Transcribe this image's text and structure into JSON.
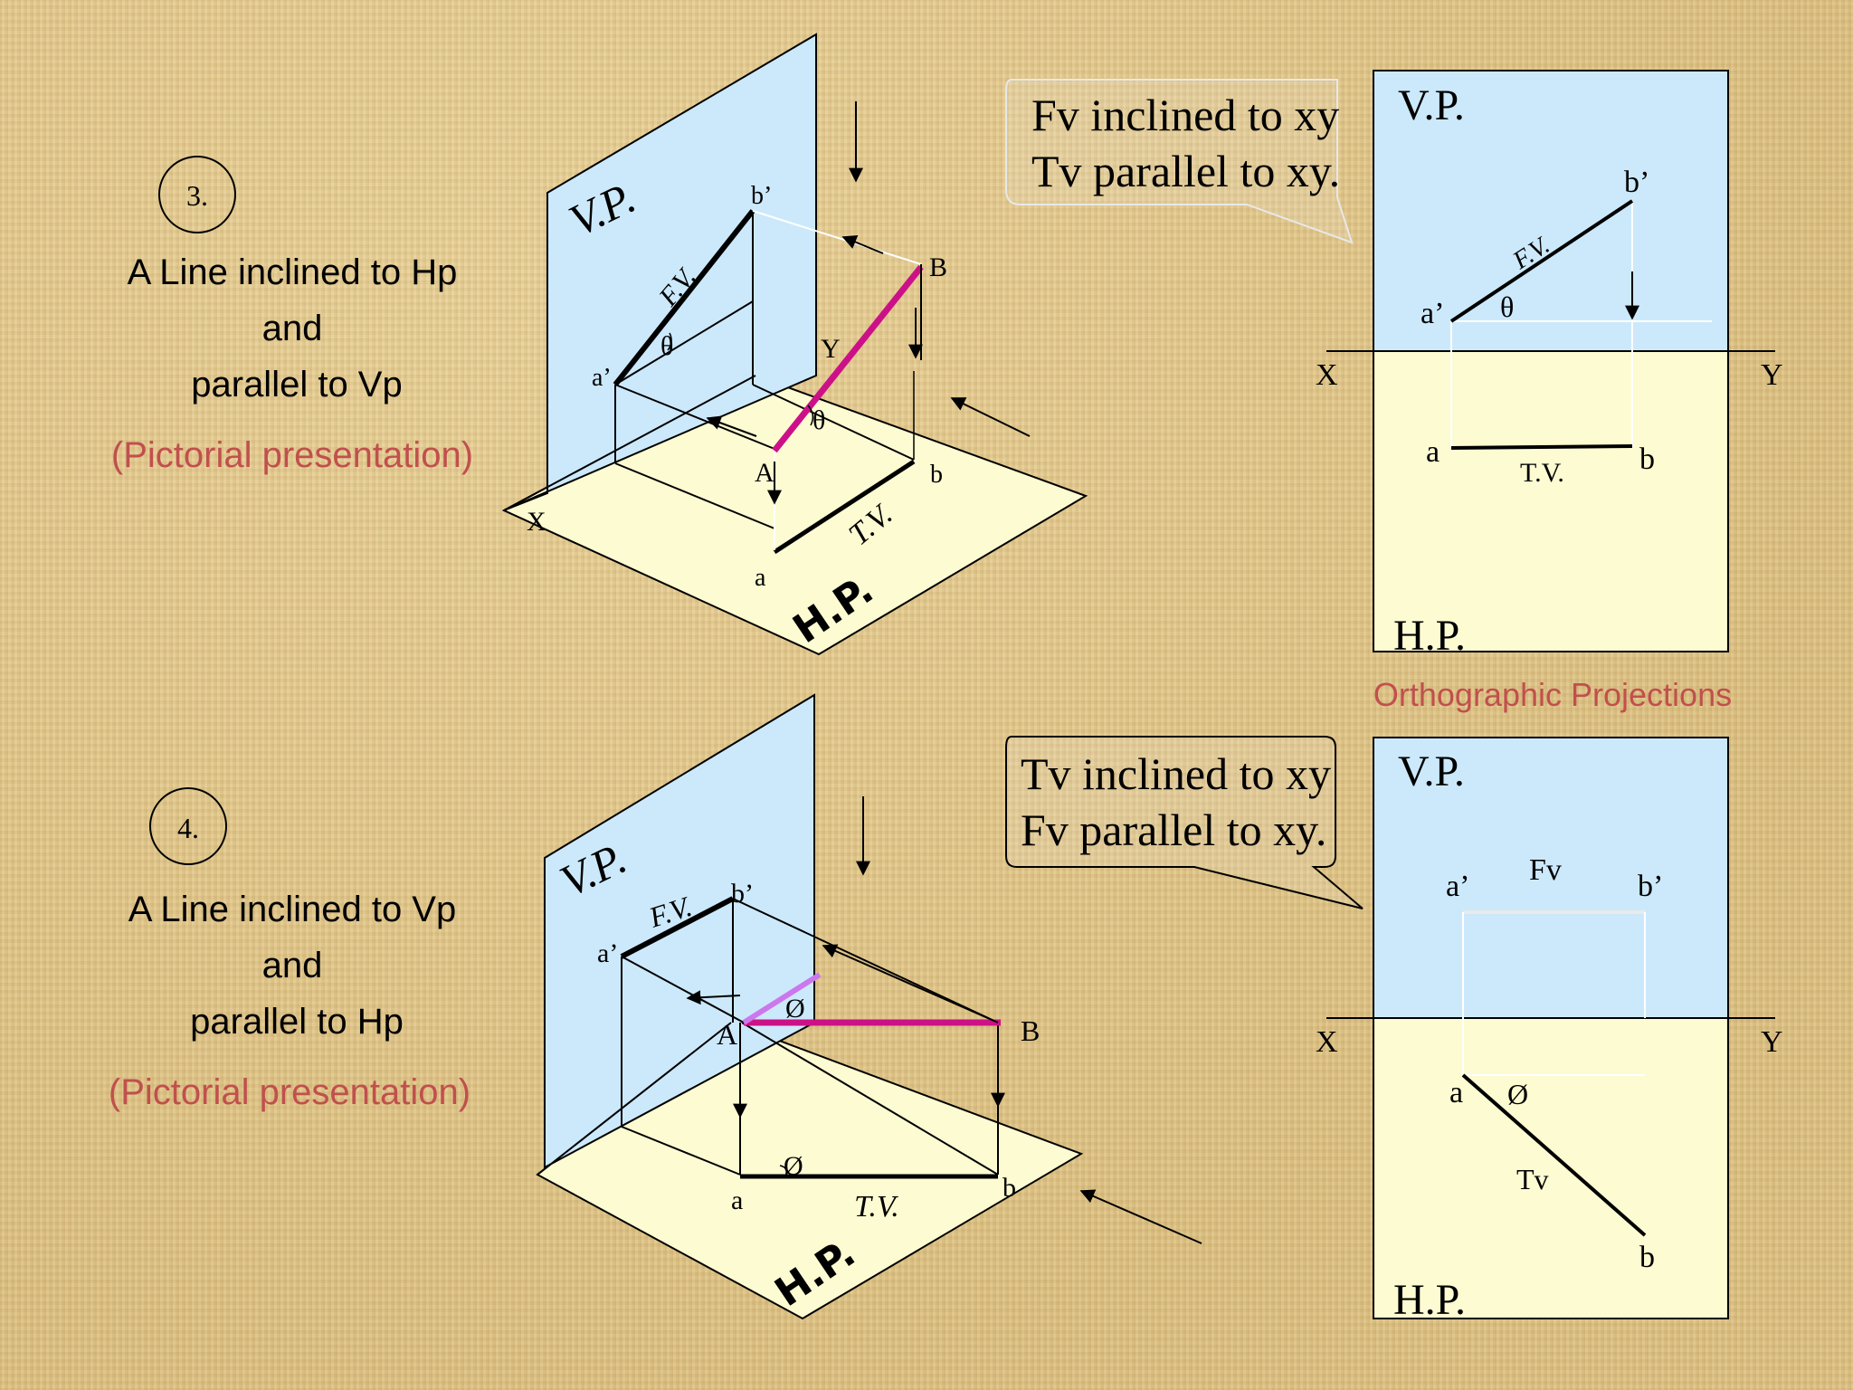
{
  "top": {
    "number": "3.",
    "title_lines": [
      "A Line inclined to Hp",
      "and",
      "parallel to Vp"
    ],
    "subtitle": "(Pictorial presentation)",
    "pictorial": {
      "vp_label": "V.P.",
      "hp_label": "H.P.",
      "x_label": "X",
      "y_label": "Y",
      "b_dash": "b’",
      "a_dash": "a’",
      "fv_label": "F.V.",
      "tv_label": "T.V.",
      "theta": "θ",
      "theta_true": "θ",
      "A": "A",
      "B": "B",
      "a": "a",
      "b": "b"
    },
    "callout_lines": [
      "Fv inclined to xy",
      "Tv parallel to xy."
    ],
    "ortho": {
      "vp_label": "V.P.",
      "hp_label": "H.P.",
      "x_label": "X",
      "y_label": "Y",
      "b_dash": "b’",
      "a_dash": "a’",
      "fv_label": "F.V.",
      "theta": "θ",
      "a": "a",
      "b": "b",
      "tv_label": "T.V."
    },
    "ortho_caption": "Orthographic Projections"
  },
  "bottom": {
    "number": "4.",
    "title_lines": [
      "A Line inclined to Vp",
      "and",
      "parallel to Hp"
    ],
    "subtitle": "(Pictorial presentation)",
    "pictorial": {
      "vp_label": "V.P.",
      "hp_label": "H.P.",
      "fv_label": "F.V.",
      "b_dash": "b’",
      "a_dash": "a’",
      "A": "A",
      "B": "B",
      "phi": "Ø",
      "phi_tv": "Ø",
      "a": "a",
      "b": "b",
      "tv_label": "T.V."
    },
    "callout_lines": [
      "Tv inclined to xy",
      "Fv parallel to xy."
    ],
    "ortho": {
      "vp_label": "V.P.",
      "hp_label": "H.P.",
      "x_label": "X",
      "y_label": "Y",
      "a_dash": "a’",
      "fv_label": "Fv",
      "b_dash": "b’",
      "a": "a",
      "phi": "Ø",
      "tv_label": "Tv",
      "b": "b"
    }
  },
  "colors": {
    "vp_fill": "#cce9fb",
    "hp_fill": "#fdfbd2",
    "magenta": "#cc1188",
    "lavender": "#cc77ee",
    "red_text": "#c0504d"
  }
}
